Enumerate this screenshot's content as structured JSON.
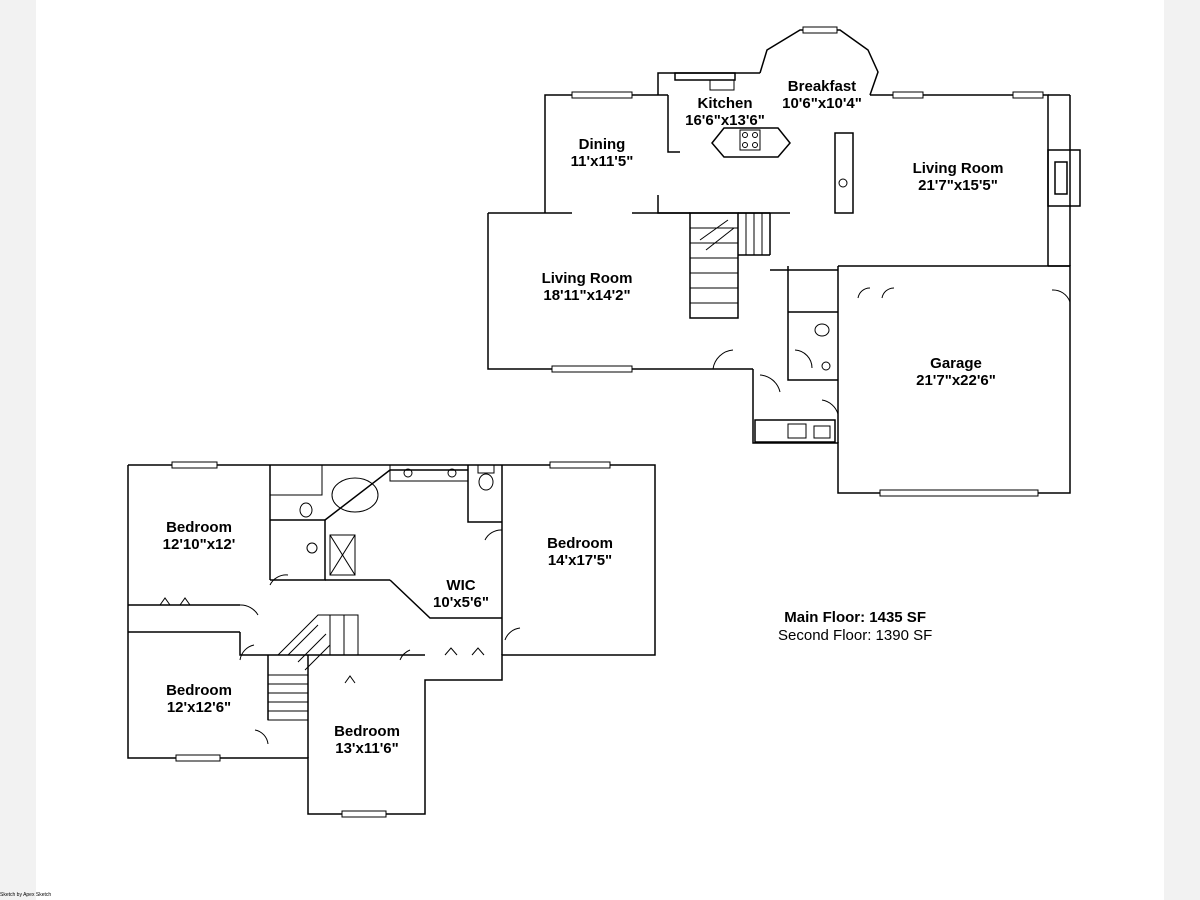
{
  "main_floor": {
    "rooms": [
      {
        "id": "breakfast",
        "name": "Breakfast",
        "dims": "10'6\"x10'4\""
      },
      {
        "id": "kitchen",
        "name": "Kitchen",
        "dims": "16'6\"x13'6\""
      },
      {
        "id": "dining",
        "name": "Dining",
        "dims": "11'x11'5\""
      },
      {
        "id": "family",
        "name": "Living Room",
        "dims": "21'7\"x15'5\""
      },
      {
        "id": "living",
        "name": "Living Room",
        "dims": "18'11\"x14'2\""
      },
      {
        "id": "garage",
        "name": "Garage",
        "dims": "21'7\"x22'6\""
      }
    ]
  },
  "second_floor": {
    "rooms": [
      {
        "id": "bedroom_nw",
        "name": "Bedroom",
        "dims": "12'10\"x12'"
      },
      {
        "id": "bedroom_master",
        "name": "Bedroom",
        "dims": "14'x17'5\""
      },
      {
        "id": "wic",
        "name": "WIC",
        "dims": "10'x5'6\""
      },
      {
        "id": "bedroom_sw",
        "name": "Bedroom",
        "dims": "12'x12'6\""
      },
      {
        "id": "bedroom_s",
        "name": "Bedroom",
        "dims": "13'x11'6\""
      }
    ]
  },
  "area_summary": {
    "main": "Main Floor: 1435 SF",
    "second": "Second Floor: 1390 SF"
  },
  "credit": "Sketch by Apex Sketch"
}
